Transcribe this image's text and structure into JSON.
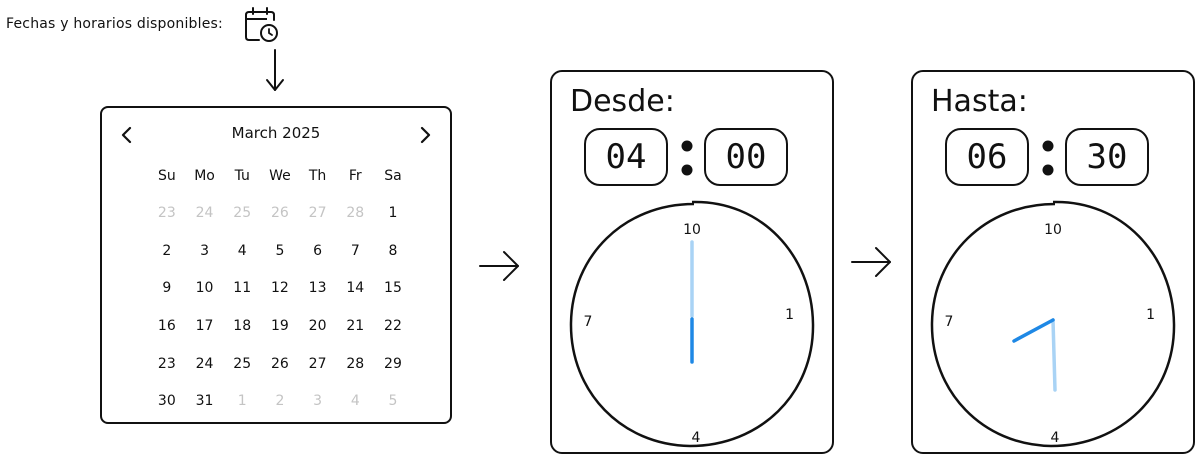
{
  "header": {
    "label": "Fechas y horarios disponibles:",
    "icon": "calendar-clock-icon"
  },
  "calendar": {
    "month": "March 2025",
    "weekdays": [
      "Su",
      "Mo",
      "Tu",
      "We",
      "Th",
      "Fr",
      "Sa"
    ],
    "days": [
      {
        "n": "23",
        "muted": true
      },
      {
        "n": "24",
        "muted": true
      },
      {
        "n": "25",
        "muted": true
      },
      {
        "n": "26",
        "muted": true
      },
      {
        "n": "27",
        "muted": true
      },
      {
        "n": "28",
        "muted": true
      },
      {
        "n": "1",
        "muted": false
      },
      {
        "n": "2",
        "muted": false
      },
      {
        "n": "3",
        "muted": false
      },
      {
        "n": "4",
        "muted": false
      },
      {
        "n": "5",
        "muted": false
      },
      {
        "n": "6",
        "muted": false
      },
      {
        "n": "7",
        "muted": false
      },
      {
        "n": "8",
        "muted": false
      },
      {
        "n": "9",
        "muted": false
      },
      {
        "n": "10",
        "muted": false
      },
      {
        "n": "11",
        "muted": false
      },
      {
        "n": "12",
        "muted": false
      },
      {
        "n": "13",
        "muted": false
      },
      {
        "n": "14",
        "muted": false
      },
      {
        "n": "15",
        "muted": false
      },
      {
        "n": "16",
        "muted": false
      },
      {
        "n": "17",
        "muted": false
      },
      {
        "n": "18",
        "muted": false
      },
      {
        "n": "19",
        "muted": false
      },
      {
        "n": "20",
        "muted": false
      },
      {
        "n": "21",
        "muted": false
      },
      {
        "n": "22",
        "muted": false
      },
      {
        "n": "23",
        "muted": false
      },
      {
        "n": "24",
        "muted": false
      },
      {
        "n": "25",
        "muted": false
      },
      {
        "n": "26",
        "muted": false
      },
      {
        "n": "27",
        "muted": false
      },
      {
        "n": "28",
        "muted": false
      },
      {
        "n": "29",
        "muted": false
      },
      {
        "n": "30",
        "muted": false
      },
      {
        "n": "31",
        "muted": false
      },
      {
        "n": "1",
        "muted": true
      },
      {
        "n": "2",
        "muted": true
      },
      {
        "n": "3",
        "muted": true
      },
      {
        "n": "4",
        "muted": true
      },
      {
        "n": "5",
        "muted": true
      }
    ]
  },
  "desde": {
    "title": "Desde:",
    "hour": "04",
    "minute": "00",
    "clock_labels": {
      "top": "10",
      "right": "1",
      "bottom": "4",
      "left": "7"
    }
  },
  "hasta": {
    "title": "Hasta:",
    "hour": "06",
    "minute": "30",
    "clock_labels": {
      "top": "10",
      "right": "1",
      "bottom": "4",
      "left": "7"
    }
  },
  "colors": {
    "hand_dark": "#1e88e5",
    "hand_light": "#a9d3f5",
    "muted_day": "#c4c4c4",
    "ink": "#111111"
  }
}
